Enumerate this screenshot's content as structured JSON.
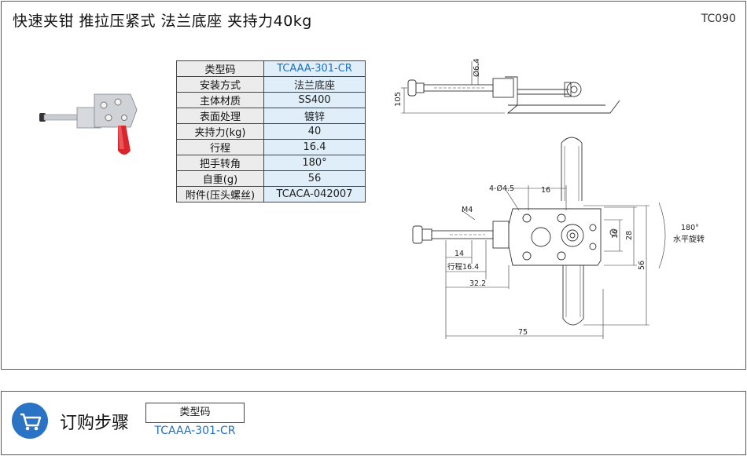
{
  "header": {
    "title": "快速夹钳  推拉压紧式  法兰底座  夹持力40kg",
    "code": "TC090"
  },
  "specs": [
    {
      "label": "类型码",
      "value": "TCAAA-301-CR"
    },
    {
      "label": "安装方式",
      "value": "法兰底座"
    },
    {
      "label": "主体材质",
      "value": "SS400"
    },
    {
      "label": "表面处理",
      "value": "镀锌"
    },
    {
      "label": "夹持力(kg)",
      "value": "40"
    },
    {
      "label": "行程",
      "value": "16.4"
    },
    {
      "label": "把手转角",
      "value": "180°"
    },
    {
      "label": "自重(g)",
      "value": "56"
    },
    {
      "label": "附件(压头螺丝)",
      "value": "TCACA-042007"
    }
  ],
  "drawing": {
    "dia_top": "Ø6.4",
    "dim_105": "105",
    "holes": "4-Ø4.5",
    "dim_16_top": "16",
    "thread": "M4",
    "dim_14": "14",
    "stroke": "行程16.4",
    "dim_32": "32.2",
    "dim_75": "75",
    "dim_16_right": "16",
    "dim_28": "28",
    "dim_56": "56",
    "rot_angle": "180°",
    "rot_label": "水平旋转"
  },
  "order": {
    "title": "订购步骤",
    "box_label": "类型码",
    "value": "TCAAA-301-CR"
  },
  "colors": {
    "accent": "#1f6fbf",
    "cart_bg": "#2b73c4",
    "handle_red": "#d9262c"
  }
}
